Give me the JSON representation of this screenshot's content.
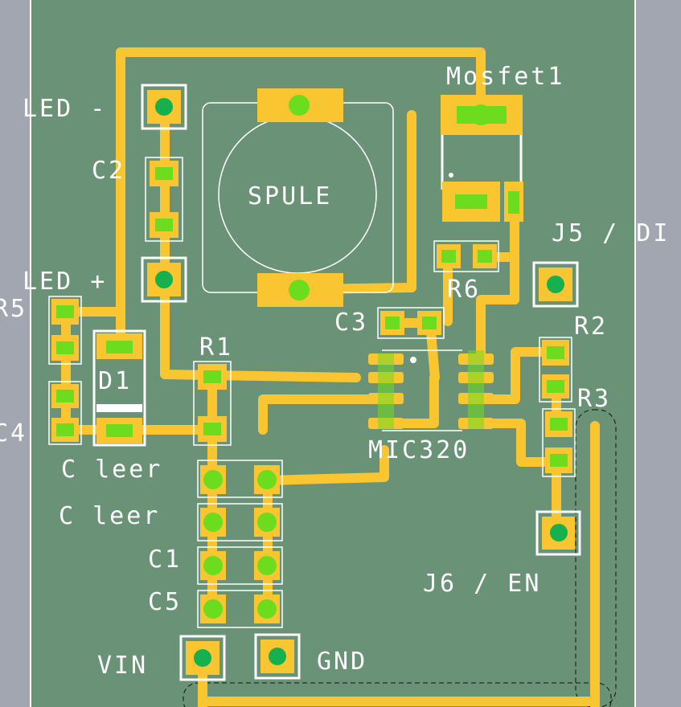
{
  "board": {
    "colors": {
      "background": "#a1a6b0",
      "board": "#6a9276",
      "copper": "#f9c531",
      "pad_dot": "#6bdc1e",
      "silkscreen": "#ffffff"
    }
  },
  "labels": {
    "led_minus": "LED -",
    "led_plus": "LED +",
    "c2": "C2",
    "spule": "SPULE",
    "mosfet1": "Mosfet1",
    "j5": "J5 / DI",
    "r6": "R6",
    "c3": "C3",
    "r5": "R5",
    "r1": "R1",
    "d1": "D1",
    "r2": "R2",
    "r3": "R3",
    "c4": "C4",
    "mic": "MIC320",
    "c_leer_1": "C leer",
    "c_leer_2": "C leer",
    "c1": "C1",
    "c5": "C5",
    "j6": "J6 / EN",
    "vin": "VIN",
    "gnd": "GND"
  }
}
